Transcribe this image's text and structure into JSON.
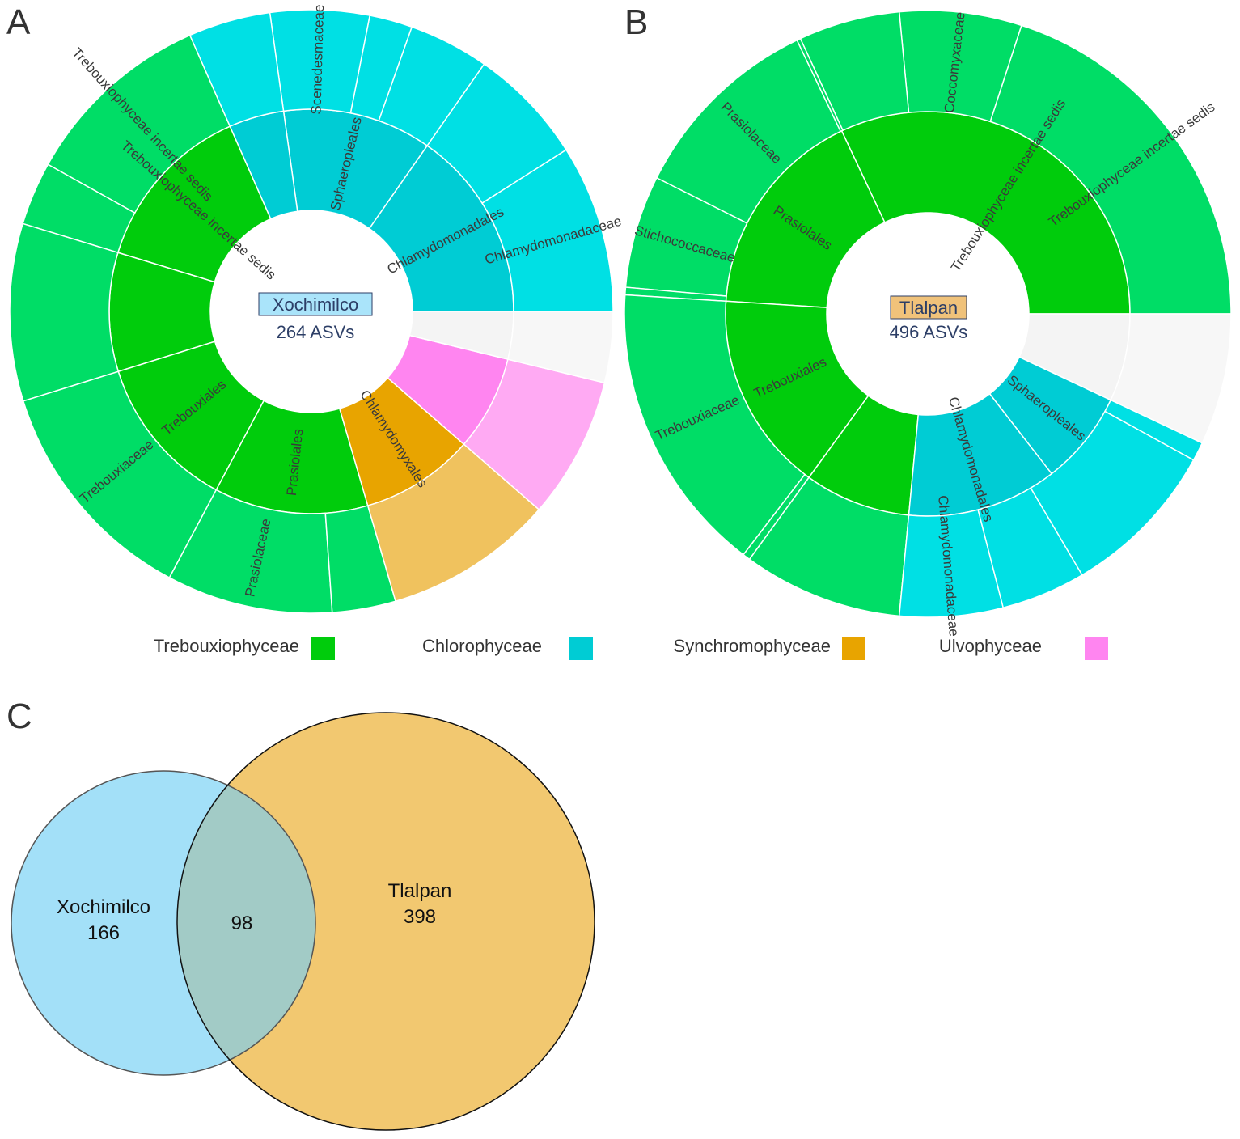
{
  "panel_letters": {
    "a": "A",
    "b": "B",
    "c": "C"
  },
  "colors": {
    "Trebouxiophyceae": {
      "inner": "#00cc0c",
      "outer": "#00dd66"
    },
    "Chlorophyceae": {
      "inner": "#00ccd4",
      "outer": "#00e0e4"
    },
    "Synchromophyceae": {
      "inner": "#e8a400",
      "outer": "#f0c25e"
    },
    "Ulvophyceae": {
      "inner": "#ff85f0",
      "outer": "#ffaaf3"
    },
    "Unassigned": {
      "inner": "#f4f4f4",
      "outer": "#f7f7f7"
    },
    "center_box_a": "#aae4fa",
    "center_box_b": "#f0c27a",
    "venn_left": "#a3e0f8",
    "venn_right": "#f2c870",
    "venn_overlap": "#a2cbc6"
  },
  "chart_data": [
    {
      "type": "sunburst",
      "panel": "A",
      "center_label": "Xochimilco",
      "center_count": "264 ASVs",
      "inner_ring": [
        {
          "class": "Chlorophyceae",
          "label": "Chlamydomonadales",
          "start": 0,
          "end": 0.153
        },
        {
          "class": "Chlorophyceae",
          "label": "Sphaeropleales",
          "start": 0.153,
          "end": 0.272
        },
        {
          "class": "Chlorophyceae",
          "label": "",
          "start": 0.272,
          "end": 0.316
        },
        {
          "class": "Trebouxiophyceae",
          "label": "Trebouxiophyceae incertae sedis",
          "start": 0.316,
          "end": 0.453
        },
        {
          "class": "Trebouxiophyceae",
          "label": "",
          "start": 0.453,
          "end": 0.548
        },
        {
          "class": "Trebouxiophyceae",
          "label": "Trebouxiales",
          "start": 0.548,
          "end": 0.672
        },
        {
          "class": "Trebouxiophyceae",
          "label": "Prasiolales",
          "start": 0.672,
          "end": 0.795
        },
        {
          "class": "Synchromophyceae",
          "label": "Chlamydomyxales",
          "start": 0.795,
          "end": 0.886
        },
        {
          "class": "Ulvophyceae",
          "label": "",
          "start": 0.886,
          "end": 0.962
        },
        {
          "class": "Unassigned",
          "label": "",
          "start": 0.962,
          "end": 1.0
        }
      ],
      "outer_ring": [
        {
          "class": "Chlorophyceae",
          "label": "Chlamydomonadaceae",
          "start": 0,
          "end": 0.09
        },
        {
          "class": "Chlorophyceae",
          "label": "",
          "start": 0.09,
          "end": 0.153
        },
        {
          "class": "Chlorophyceae",
          "label": "",
          "start": 0.153,
          "end": 0.196
        },
        {
          "class": "Chlorophyceae",
          "label": "",
          "start": 0.196,
          "end": 0.219
        },
        {
          "class": "Chlorophyceae",
          "label": "Scenedesmaceae",
          "start": 0.219,
          "end": 0.272
        },
        {
          "class": "Chlorophyceae",
          "label": "",
          "start": 0.272,
          "end": 0.316
        },
        {
          "class": "Trebouxiophyceae",
          "label": "Trebouxiophyceae incertae sedis",
          "start": 0.316,
          "end": 0.419
        },
        {
          "class": "Trebouxiophyceae",
          "label": "",
          "start": 0.419,
          "end": 0.453
        },
        {
          "class": "Trebouxiophyceae",
          "label": "",
          "start": 0.453,
          "end": 0.548
        },
        {
          "class": "Trebouxiophyceae",
          "label": "Trebouxiaceae",
          "start": 0.548,
          "end": 0.672
        },
        {
          "class": "Trebouxiophyceae",
          "label": "Prasiolaceae",
          "start": 0.672,
          "end": 0.761
        },
        {
          "class": "Trebouxiophyceae",
          "label": "",
          "start": 0.761,
          "end": 0.795
        },
        {
          "class": "Synchromophyceae",
          "label": "",
          "start": 0.795,
          "end": 0.886
        },
        {
          "class": "Ulvophyceae",
          "label": "",
          "start": 0.886,
          "end": 0.962
        },
        {
          "class": "Unassigned",
          "label": "",
          "start": 0.962,
          "end": 1.0
        }
      ]
    },
    {
      "type": "sunburst",
      "panel": "B",
      "center_label": "Tlalpan",
      "center_count": "496 ASVs",
      "inner_ring": [
        {
          "class": "Trebouxiophyceae",
          "label": "Trebouxiophyceae incertae sedis",
          "start": 0,
          "end": 0.32
        },
        {
          "class": "Trebouxiophyceae",
          "label": "Prasiolales",
          "start": 0.32,
          "end": 0.49
        },
        {
          "class": "Trebouxiophyceae",
          "label": "Trebouxiales",
          "start": 0.49,
          "end": 0.65
        },
        {
          "class": "Trebouxiophyceae",
          "label": "",
          "start": 0.65,
          "end": 0.735
        },
        {
          "class": "Chlorophyceae",
          "label": "Chlamydomonadales",
          "start": 0.735,
          "end": 0.855
        },
        {
          "class": "Chlorophyceae",
          "label": "Sphaeropleales",
          "start": 0.855,
          "end": 0.93
        },
        {
          "class": "Unassigned",
          "label": "",
          "start": 0.93,
          "end": 1.0
        }
      ],
      "outer_ring": [
        {
          "class": "Trebouxiophyceae",
          "label": "Trebouxiophyceae incertae sedis",
          "start": 0,
          "end": 0.2
        },
        {
          "class": "Trebouxiophyceae",
          "label": "Coccomyxaceae",
          "start": 0.2,
          "end": 0.265
        },
        {
          "class": "Trebouxiophyceae",
          "label": "",
          "start": 0.265,
          "end": 0.319
        },
        {
          "class": "Trebouxiophyceae",
          "label": "",
          "start": 0.319,
          "end": 0.321
        },
        {
          "class": "Trebouxiophyceae",
          "label": "Prasiolaceae",
          "start": 0.321,
          "end": 0.426
        },
        {
          "class": "Trebouxiophyceae",
          "label": "Stichococcaceae",
          "start": 0.426,
          "end": 0.486
        },
        {
          "class": "Trebouxiophyceae",
          "label": "",
          "start": 0.486,
          "end": 0.49
        },
        {
          "class": "Trebouxiophyceae",
          "label": "Trebouxiaceae",
          "start": 0.49,
          "end": 0.646
        },
        {
          "class": "Trebouxiophyceae",
          "label": "",
          "start": 0.646,
          "end": 0.65
        },
        {
          "class": "Trebouxiophyceae",
          "label": "",
          "start": 0.65,
          "end": 0.735
        },
        {
          "class": "Chlorophyceae",
          "label": "Chlamydomonadaceae",
          "start": 0.735,
          "end": 0.79
        },
        {
          "class": "Chlorophyceae",
          "label": "",
          "start": 0.79,
          "end": 0.835
        },
        {
          "class": "Chlorophyceae",
          "label": "",
          "start": 0.835,
          "end": 0.92
        },
        {
          "class": "Chlorophyceae",
          "label": "",
          "start": 0.92,
          "end": 0.93
        },
        {
          "class": "Unassigned",
          "label": "",
          "start": 0.93,
          "end": 1.0
        }
      ]
    },
    {
      "type": "venn",
      "panel": "C",
      "sets": [
        {
          "name": "Xochimilco",
          "only": 166,
          "total": 264
        },
        {
          "name": "Tlalpan",
          "only": 398,
          "total": 496
        }
      ],
      "intersection": 98
    }
  ],
  "legend": [
    {
      "label": "Trebouxiophyceae",
      "color_key": "Trebouxiophyceae"
    },
    {
      "label": "Chlorophyceae",
      "color_key": "Chlorophyceae"
    },
    {
      "label": "Synchromophyceae",
      "color_key": "Synchromophyceae"
    },
    {
      "label": "Ulvophyceae",
      "color_key": "Ulvophyceae"
    }
  ]
}
